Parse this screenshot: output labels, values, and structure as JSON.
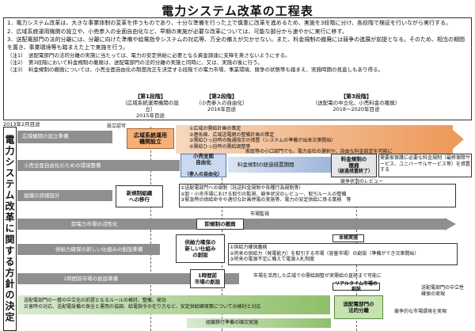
{
  "title": "電力システム改革の工程表",
  "notes": {
    "paragraphs": [
      "1．電力システム改革は、大きな事業体制の変革を伴うものであり、十分な準備を行った上で慎重に改革を進めるため、実施を3段階に分け、各段階で検証を行いながら実行する。",
      "2．広域系統運用機関の設立や、小売参入の全面自由化など、早期の実施が必要な改革については、可能な部分から速やかに実行に移す。",
      "3．送配電部門の法的分離には、分離に向けた準備や給電指令システムの対応等、万全の備えが欠かせない。また、料金規制の撤廃には競争の進展が前提となる。そのため、相当の期間を置き、事業環境等も踏まえた上で実施を行う。"
    ],
    "annotations": [
      "（注1）　送配電部門の法的分離の実施に当たっては、電力の安定供給に必要となる資金調達に支障を来さないようにする。",
      "（注2）　第3段階において料金規制の撤廃は、送配電部門の法的分離の実施と同時に、又は、実施の後に行う。",
      "（注3）　料金規制の撤廃については、小売全面自由化の制度改正を決定する段階での電力市場、事業環境、競争の状態等も踏まえ、実施時期の見直しもあり得る。"
    ]
  },
  "timeline": {
    "start": "2013年2月目途",
    "phase1": {
      "title": "【第1段階】",
      "sub": "（広域系統運用機関の設立）",
      "date": "2015年目途"
    },
    "phase2": {
      "title": "【第2段階】",
      "sub": "（小売参入の自由化）",
      "date": "2016年目途"
    },
    "phase3": {
      "title": "【第3段階】",
      "sub": "（送配電の中立化、小売料金の撤廃）",
      "date": "2018～2020年目途"
    }
  },
  "vertical_title": "電力システム改革に関する方針の決定",
  "rows": {
    "r1": {
      "label": "広域機関の設立準備",
      "note": "設立認可",
      "box": "広域系統運用\n機関設立",
      "items": [
        "①広域の需給計画の策定",
        "②連系線、広域送電網の整備計画の策定",
        "③需給ひっ迫時の融通指示の措置（システムの準備が出来次第開始）",
        "④需給ひっ迫時の需給調整等"
      ]
    },
    "r2": {
      "label": "小売全面自由化のための環境整備",
      "box": "小売全面\n自由化",
      "box_sub": "（参入の自由化）",
      "top_note": "家庭等の小口部門でも、電力会社の選択や、自由な料金設定を可能に",
      "middle": "料金規制の経過措置期間",
      "end_box": "料金規制の\n撤廃",
      "end_sub": "（経過措置終了）",
      "end_note": "需要家保護に必要な料金規制（最終保障サービス、ユニバーサルサービス等）を措置する",
      "review": "競争状況のレビュー"
    },
    "r3": {
      "label": "組織の詳細設計",
      "box": "新規制組織\nへの移行",
      "items": [
        "①送配電部門への規制（託送料金規制や各種行為規制等）",
        "②卸・小売市場における取引の監視、競争状況のレビュー、取引ルールの整備",
        "③緊急時の供給命令や適切な計画停電の実施等、電力の安定供給に係る業務　等"
      ]
    },
    "r4": {
      "label": "卸電力市場の活性化",
      "note": "市場監視",
      "box": "卸規制の撤廃"
    },
    "r5": {
      "label": "供給力確保の新しい仕組みの創設準備",
      "box": "供給力確保の\n新しい仕組み\nの創設",
      "badge": "本格実施",
      "items": [
        "①供給力確保義務",
        "②将来の供給力（発電能力）を取引する市場（容量市場）の創設（準備ができ次第開始）",
        "③将来の電源不足に備えて電源入札制度"
      ]
    },
    "r6": {
      "label": "1時間前市場の創設準備",
      "box": "1時間前\n市場の創設",
      "note": "市場を活用した広域での需給調整が実需給の直前まで可能に",
      "tag": "リアルタイム市場の創設",
      "side": "送配電部門の中立性\n確保の実現"
    },
    "r7": {
      "label": "送配電部門の一層の中立化の前提となるルールの検討、整備、発効\n災害時の対応、送配電設備の保全と運用の協調、給電指令の在り方など、安定供給確保策についての検討と対応",
      "box": "送配電部門の\n法的分離",
      "side": "競争的な市場環境を実現"
    },
    "r8": {
      "label": "組織移行準備の順次実施"
    }
  }
}
